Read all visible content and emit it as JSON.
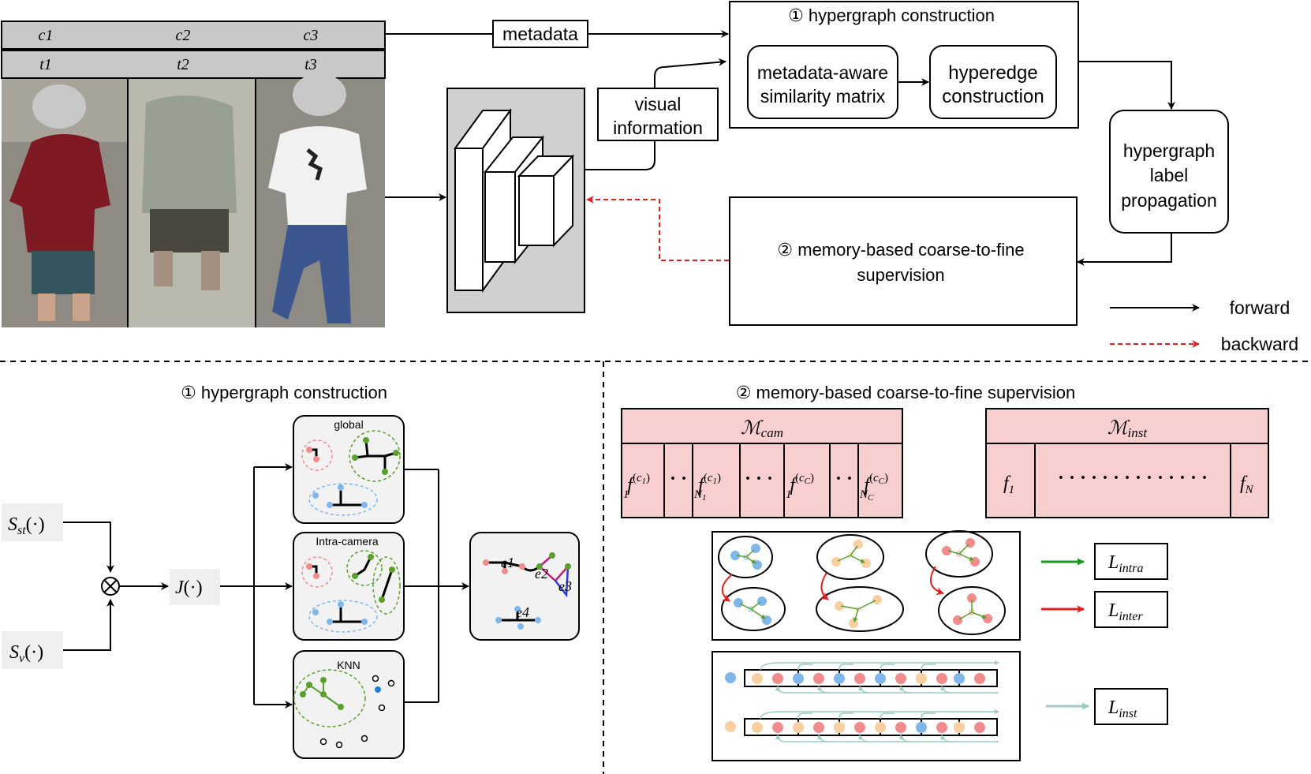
{
  "photos": {
    "cam_labels": [
      "c1",
      "c2",
      "c3"
    ],
    "time_labels": [
      "t1",
      "t2",
      "t3"
    ]
  },
  "top": {
    "metadata_label": "metadata",
    "visual_info": [
      "visual",
      "information"
    ],
    "construction_title": "① hypergraph construction",
    "similarity_box": [
      "metadata-aware",
      "similarity matrix"
    ],
    "hyperedge_box": [
      "hyperedge",
      "construction"
    ],
    "propagation_box": [
      "hypergraph",
      "label",
      "propagation"
    ],
    "supervision_box": [
      "② memory-based coarse-to-fine",
      "supervision"
    ],
    "legend": {
      "forward": "forward",
      "backward": "backward"
    }
  },
  "bottom_left": {
    "title": "① hypergraph construction",
    "s_st": "Sst(·)",
    "s_v": "Sv(·)",
    "j": "J(·)",
    "panel_global": "global",
    "panel_intra": "Intra-camera",
    "panel_knn": "KNN",
    "edge_labels": [
      "e1",
      "e2",
      "e3",
      "e4"
    ]
  },
  "bottom_right": {
    "title": "② memory-based coarse-to-fine supervision",
    "m_cam": "Mcam",
    "m_inst": "Minst",
    "f_first": "f1",
    "f_n": "fN",
    "loss_intra": "Lintra",
    "loss_inter": "Linter",
    "loss_inst": "Linst"
  },
  "colors": {
    "memory_fill": "#f8cfcf",
    "panel_fill": "#f2f2f2",
    "green": "#5aa02c",
    "pink": "#f28b8b",
    "blue": "#7fb7ea",
    "peach": "#f7cfa0",
    "teal": "#9ccbc0",
    "red_arrow": "#e02020",
    "green_arrow": "#1a9a1a"
  }
}
